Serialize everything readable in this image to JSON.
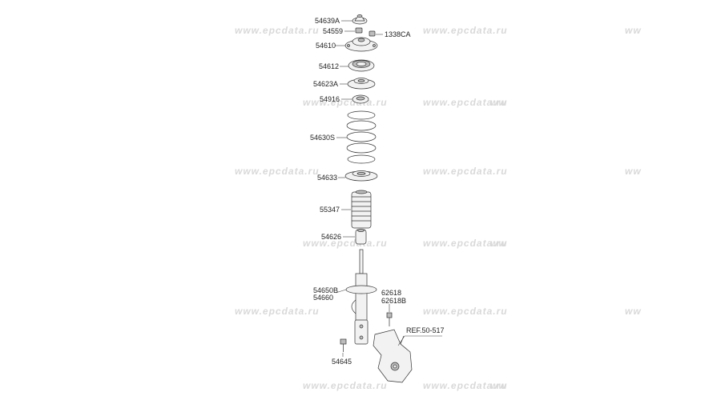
{
  "watermarks": [
    "www.epcdata.ru",
    "www.epcdata.ru",
    "ww",
    "www.epcdata.ru",
    "www.epcdata.ru",
    "ww",
    "www.epcdata.ru",
    "www.epcdata.ru",
    "ww",
    "www.epcdata.ru",
    "www.epcdata.ru",
    "ww",
    "www.epcdata.ru",
    "www.epcdata.ru",
    "ww",
    "www.epcdata.ru",
    "www.epcdata.ru",
    "ww"
  ],
  "parts": {
    "p54639A": "54639A",
    "p54559": "54559",
    "p1338CA": "1338CA",
    "p54610": "54610",
    "p54612": "54612",
    "p54623A": "54623A",
    "p54916": "54916",
    "p54630S": "54630S",
    "p54633": "54633",
    "p55347": "55347",
    "p54626": "54626",
    "p54650B": "54650B",
    "p54660": "54660",
    "p62618": "62618",
    "p62618B": "62618B",
    "ref": "REF.50-517",
    "p54645": "54645"
  }
}
